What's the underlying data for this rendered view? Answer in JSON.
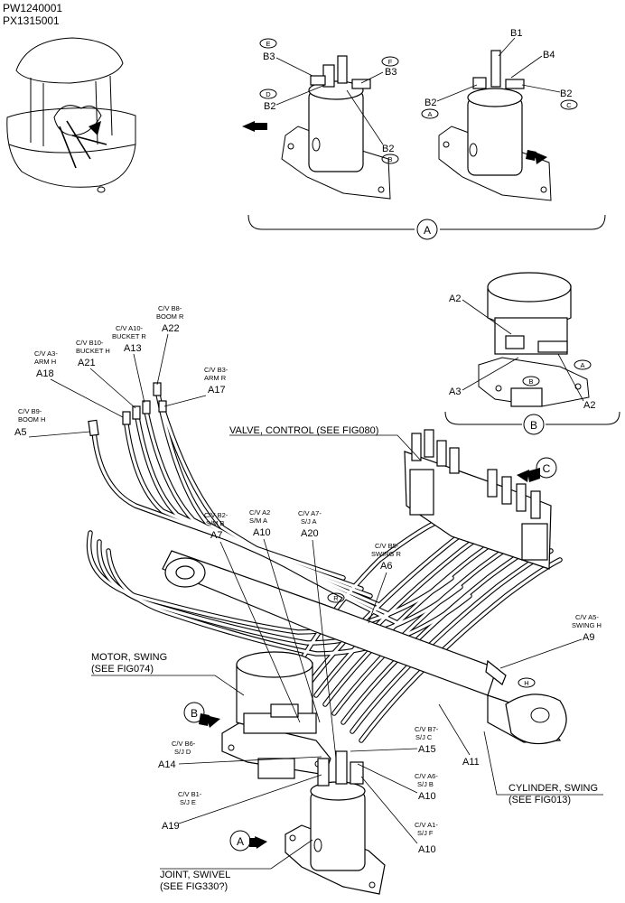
{
  "header": {
    "codes": [
      "PW1240001",
      "PX1315001"
    ]
  },
  "detail_a": {
    "left_view": {
      "labels": [
        "B3",
        "B3",
        "B2",
        "B2"
      ],
      "bubbles": [
        "E",
        "F",
        "D",
        "B"
      ]
    },
    "right_view": {
      "labels": [
        "B1",
        "B4",
        "B2",
        "B2"
      ],
      "bubbles": [
        "A",
        "C"
      ]
    },
    "callout": "A"
  },
  "detail_b": {
    "labels": [
      "A2",
      "A3",
      "A2"
    ],
    "bubbles": [
      "A",
      "B"
    ],
    "callout": "B"
  },
  "components": [
    {
      "text": "VALVE, CONTROL (SEE FIG080)"
    },
    {
      "text": "MOTOR, SWING"
    },
    {
      "text": "(SEE FIG074)"
    },
    {
      "text": "CYLINDER, SWING"
    },
    {
      "text": "(SEE FIG013)"
    },
    {
      "text": "JOINT, SWIVEL"
    },
    {
      "text": "(SEE FIG330?)"
    }
  ],
  "hoses": [
    {
      "l1": "C/V B9-",
      "l2": "BOOM H",
      "code": "A5"
    },
    {
      "l1": "C/V A3-",
      "l2": "ARM H",
      "code": "A18"
    },
    {
      "l1": "C/V B10-",
      "l2": "BUCKET H",
      "code": "A21"
    },
    {
      "l1": "C/V A10-",
      "l2": "BUCKET R",
      "code": "A13"
    },
    {
      "l1": "C/V B8-",
      "l2": "BOOM R",
      "code": "A22"
    },
    {
      "l1": "C/V B3-",
      "l2": "ARM R",
      "code": "A17"
    },
    {
      "l1": "C/V B2-",
      "l2": "S/M B",
      "code": "A7"
    },
    {
      "l1": "C/V A2",
      "l2": "S/M A",
      "code": "A10"
    },
    {
      "l1": "C/V A7-",
      "l2": "S/J A",
      "code": "A20"
    },
    {
      "l1": "C/V B5-",
      "l2": "SWING R",
      "code": "A6"
    },
    {
      "l1": "C/V A5-",
      "l2": "SWING H",
      "code": "A9"
    },
    {
      "l1": "C/V B6-",
      "l2": "S/J D",
      "code": "A14"
    },
    {
      "l1": "C/V B7-",
      "l2": "S/J C",
      "code": "A15"
    },
    {
      "l1": "C/V A6-",
      "l2": "S/J B",
      "code": "A10"
    },
    {
      "l1": "C/V B1-",
      "l2": "S/J E",
      "code": "A19"
    },
    {
      "l1": "C/V A1-",
      "l2": "S/J F",
      "code": "A10"
    }
  ],
  "extra_labels": [
    "A11"
  ],
  "port_bubbles": [
    "R",
    "H"
  ],
  "view_arrows": [
    "C",
    "B",
    "A"
  ]
}
